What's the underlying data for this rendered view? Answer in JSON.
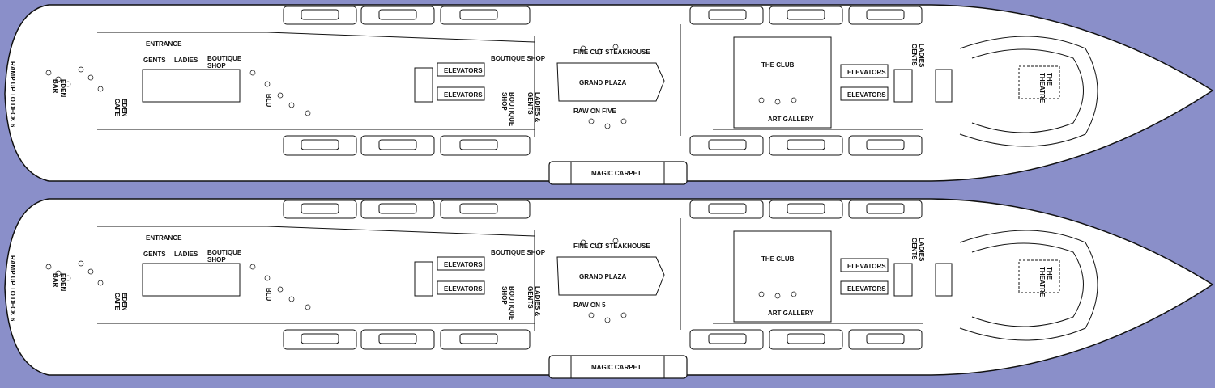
{
  "colors": {
    "background": "#8a8fc9",
    "deck_fill": "#ffffff",
    "line": "#111111"
  },
  "decks": [
    {
      "labels": {
        "ramp": "RAMP UP TO DECK 6",
        "entrance": "ENTRANCE",
        "gents": "GENTS",
        "ladies": "LADIES",
        "boutique_shop_aft": "BOUTIQUE SHOP",
        "eden_bar": "EDEN BAR",
        "eden_cafe": "EDEN CAFE",
        "blu": "BLU",
        "boutique_shop_mid": "BOUTIQUE SHOP",
        "boutique_shop_vertical": "BOUTIQUE SHOP",
        "elevators_aft_1": "ELEVATORS",
        "elevators_aft_2": "ELEVATORS",
        "fine_cut": "FINE CUT STEAKHOUSE",
        "grand_plaza": "GRAND PLAZA",
        "raw": "RAW ON FIVE",
        "ladies_gents_mid": "LADIES & GENTS",
        "magic_carpet": "MAGIC CARPET",
        "the_club": "THE CLUB",
        "art_gallery": "ART GALLERY",
        "elevators_fwd_1": "ELEVATORS",
        "elevators_fwd_2": "ELEVATORS",
        "ladies_gents_fwd": "LADIES GENTS",
        "the_theatre": "THE THEATRE"
      }
    },
    {
      "labels": {
        "ramp": "RAMP UP TO DECK 6",
        "entrance": "ENTRANCE",
        "gents": "GENTS",
        "ladies": "LADIES",
        "boutique_shop_aft": "BOUTIQUE SHOP",
        "eden_bar": "EDEN BAR",
        "eden_cafe": "EDEN CAFE",
        "blu": "BLU",
        "boutique_shop_mid": "BOUTIQUE SHOP",
        "boutique_shop_vertical": "BOUTIQUE SHOP",
        "elevators_aft_1": "ELEVATORS",
        "elevators_aft_2": "ELEVATORS",
        "fine_cut": "FINE CUT STEAKHOUSE",
        "grand_plaza": "GRAND PLAZA",
        "raw": "RAW ON 5",
        "ladies_gents_mid": "LADIES & GENTS",
        "magic_carpet": "MAGIC CARPET",
        "the_club": "THE CLUB",
        "art_gallery": "ART GALLERY",
        "elevators_fwd_1": "ELEVATORS",
        "elevators_fwd_2": "ELEVATORS",
        "ladies_gents_fwd": "LADIES GENTS",
        "the_theatre": "THE THEATRE"
      }
    }
  ]
}
